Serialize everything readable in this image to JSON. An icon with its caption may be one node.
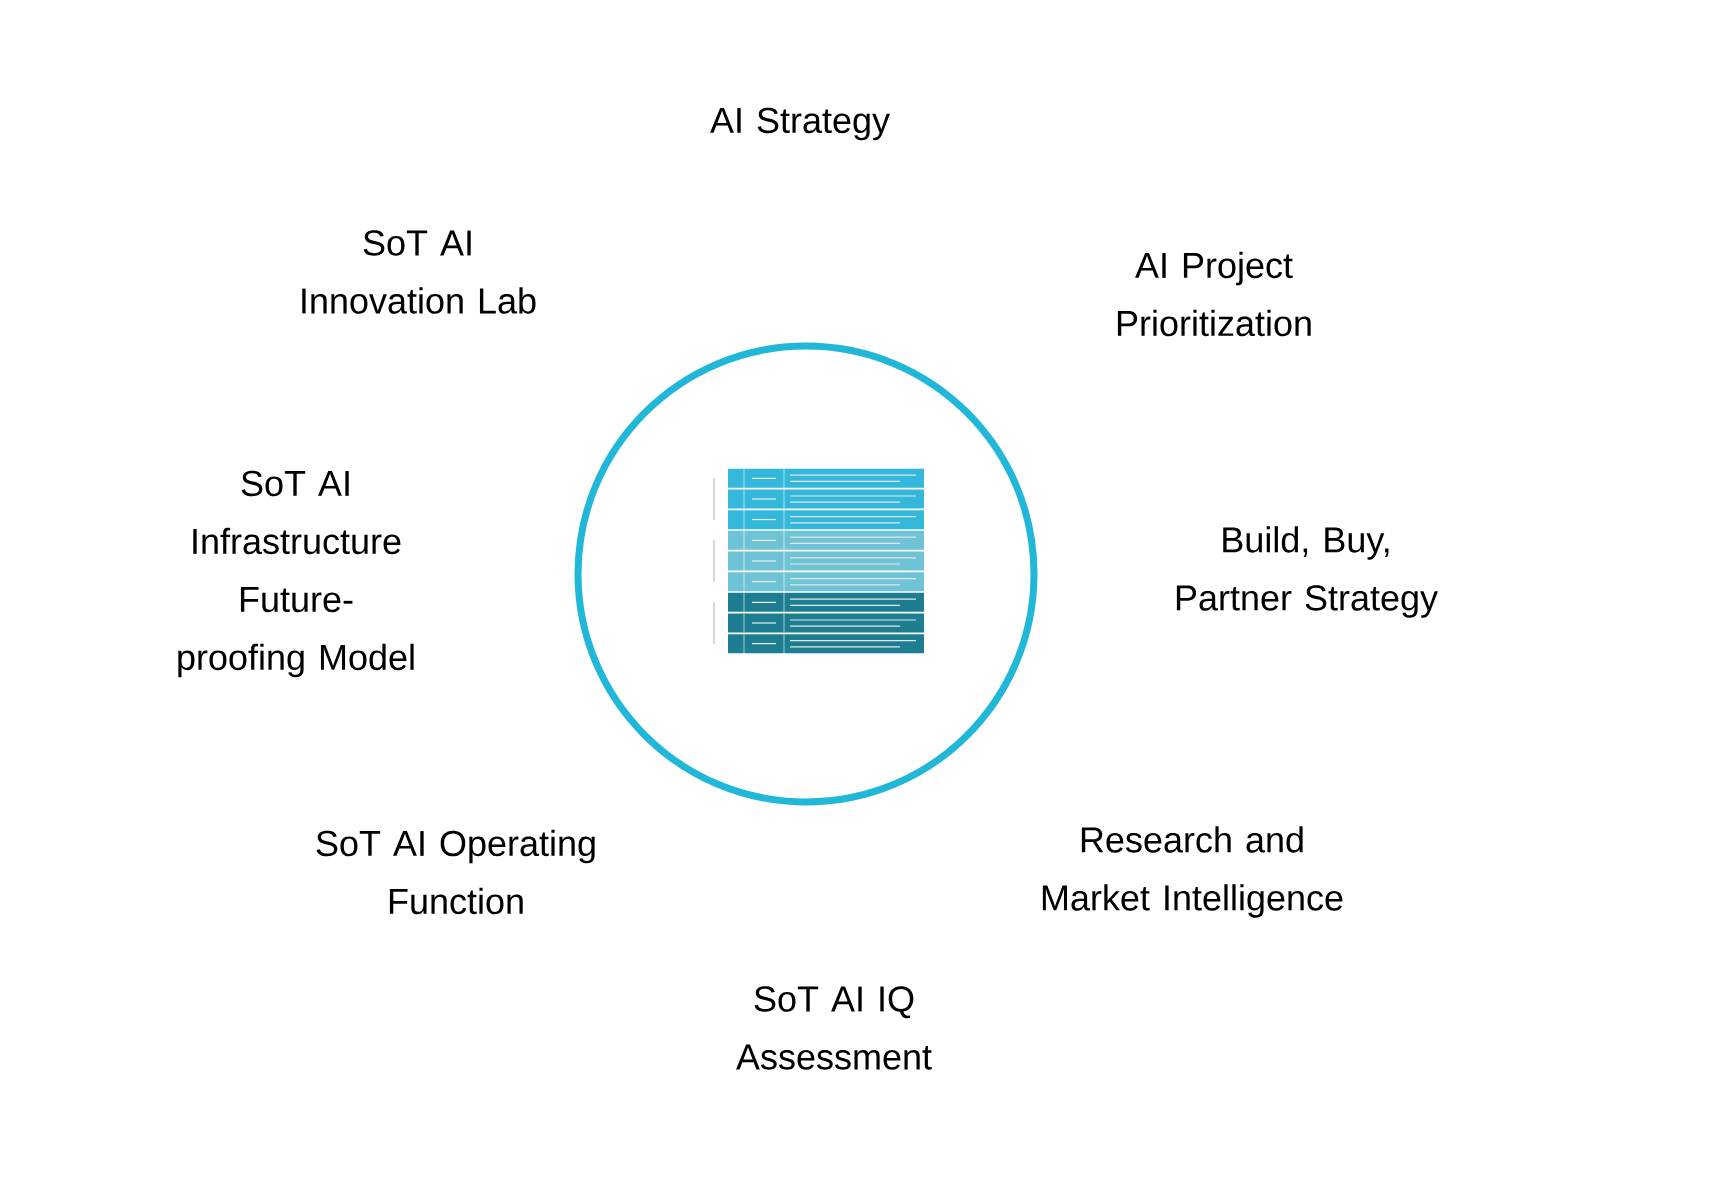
{
  "diagram": {
    "labels": [
      "AI Strategy",
      "SoT AI Innovation Lab",
      "AI Project Prioritization",
      "SoT AI Infrastructure Future-proofing Model",
      "Build, Buy, Partner Strategy",
      "SoT AI Operating Function",
      "Research and Market Intelligence",
      "SoT AI IQ Assessment"
    ]
  }
}
